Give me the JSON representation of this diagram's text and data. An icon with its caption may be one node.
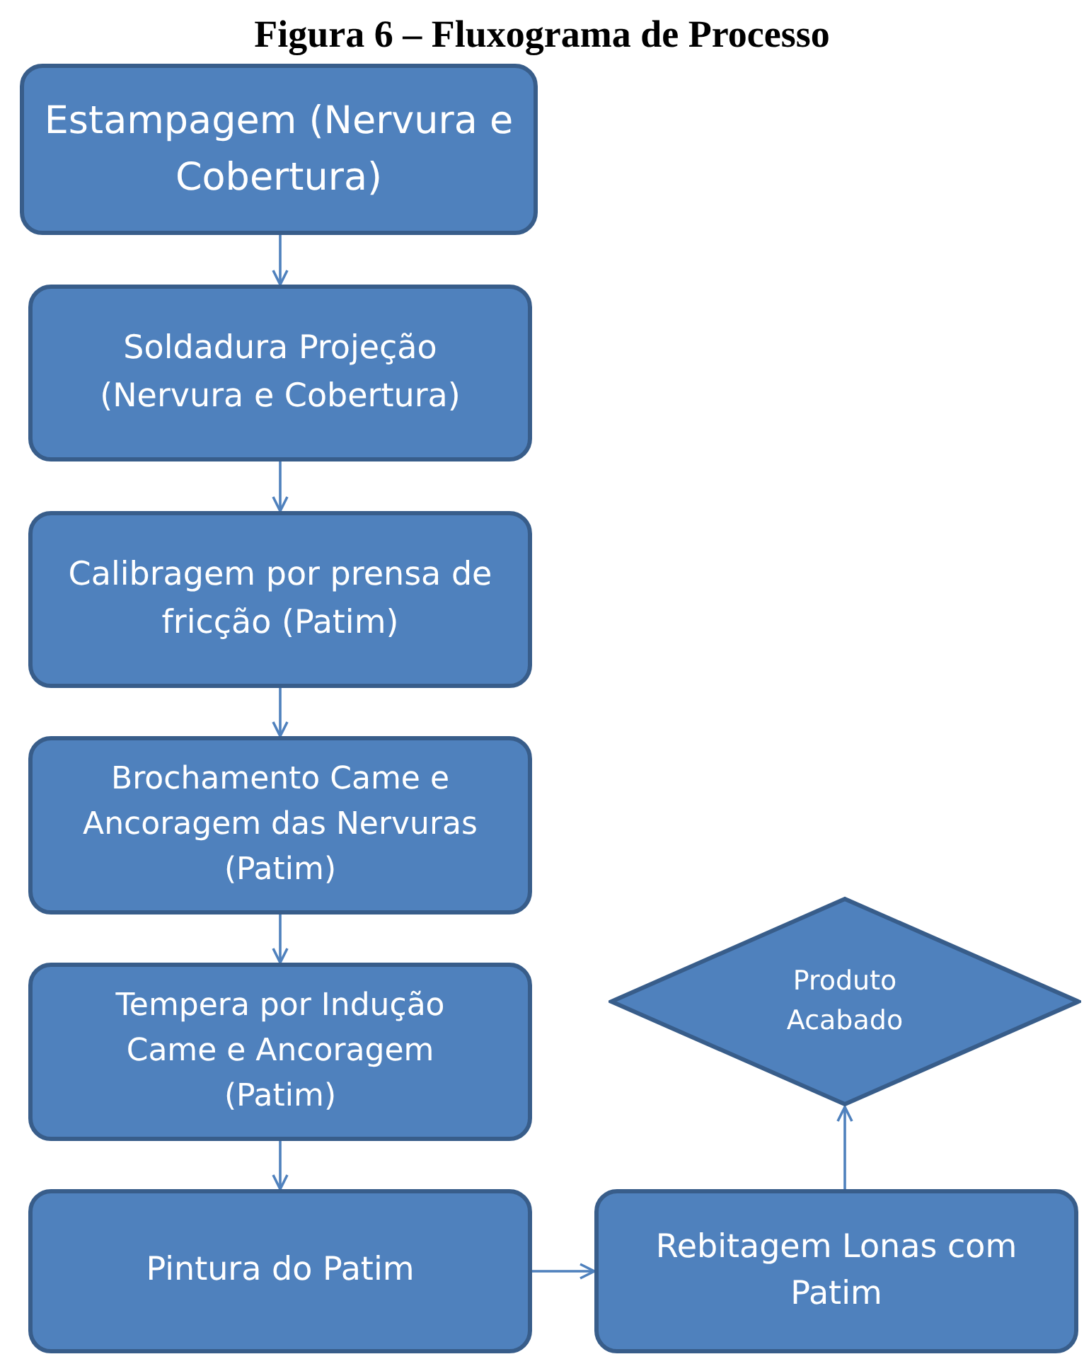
{
  "diagram": {
    "title": "Figura 6 – Fluxograma de Processo",
    "nodes": [
      {
        "text": [
          "Estampagem (Nervura e Cobertura)"
        ]
      },
      {
        "text": [
          "Soldadura Projeção (Nervura e Cobertura)"
        ]
      },
      {
        "text": [
          "Calibragem por prensa de fricção (Patim)"
        ]
      },
      {
        "text": [
          "Brochamento Came e Ancoragem das Nervuras (Patim)"
        ]
      },
      {
        "text": [
          "Tempera por Indução Came e Ancoragem (Patim)"
        ]
      },
      {
        "text": [
          "Pintura do Patim"
        ]
      },
      {
        "text": [
          "Rebitagem Lonas com Patim"
        ]
      },
      {
        "text": [
          "Produto Acabado"
        ]
      }
    ],
    "edges": [
      {
        "from": 0,
        "to": 1,
        "arrow": "to"
      },
      {
        "from": 1,
        "to": 2,
        "arrow": "to"
      },
      {
        "from": 2,
        "to": 3,
        "arrow": "to"
      },
      {
        "from": 3,
        "to": 4,
        "arrow": "to"
      },
      {
        "from": 4,
        "to": 5,
        "arrow": "to"
      },
      {
        "from": 5,
        "to": 6,
        "arrow": "to"
      },
      {
        "from": 6,
        "to": 7,
        "arrow": "to"
      }
    ]
  }
}
